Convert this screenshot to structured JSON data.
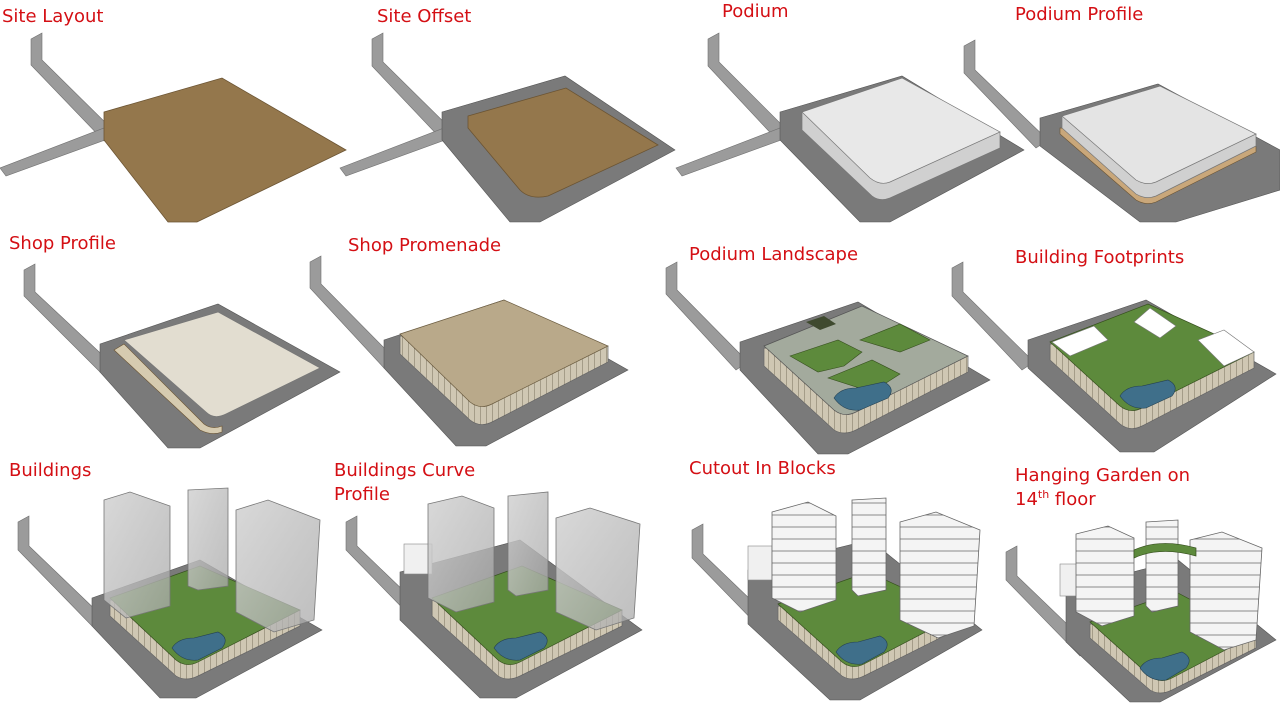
{
  "steps": [
    {
      "id": "site-layout",
      "label": "Site Layout"
    },
    {
      "id": "site-offset",
      "label": "Site Offset"
    },
    {
      "id": "podium",
      "label": "Podium"
    },
    {
      "id": "podium-profile",
      "label": "Podium Profile"
    },
    {
      "id": "shop-profile",
      "label": "Shop Profile"
    },
    {
      "id": "shop-promenade",
      "label": "Shop Promenade"
    },
    {
      "id": "podium-landscape",
      "label": "Podium Landscape"
    },
    {
      "id": "building-footprints",
      "label": "Building Footprints"
    },
    {
      "id": "buildings",
      "label": "Buildings"
    },
    {
      "id": "buildings-curve-profile",
      "label_line1": "Buildings Curve",
      "label_line2": "Profile"
    },
    {
      "id": "cutout-in-blocks",
      "label": "Cutout In Blocks"
    },
    {
      "id": "hanging-garden",
      "label_line1": "Hanging Garden on",
      "label_line2_num": "14",
      "label_line2_sup": "th",
      "label_line2_rest": " floor"
    }
  ],
  "colors": {
    "label": "#d40f14",
    "road": "#9b9b9b",
    "site_base": "#777777",
    "site_plot": "#94774c",
    "podium_top": "#e6e6e6",
    "shop_floor": "#dcd6c8",
    "promenade_top": "#b9a98a",
    "lawn": "#5d8a3c",
    "water": "#3f6f8a",
    "tower_glass": "#c9c9c9",
    "tower_block": "#f4f4f4"
  }
}
